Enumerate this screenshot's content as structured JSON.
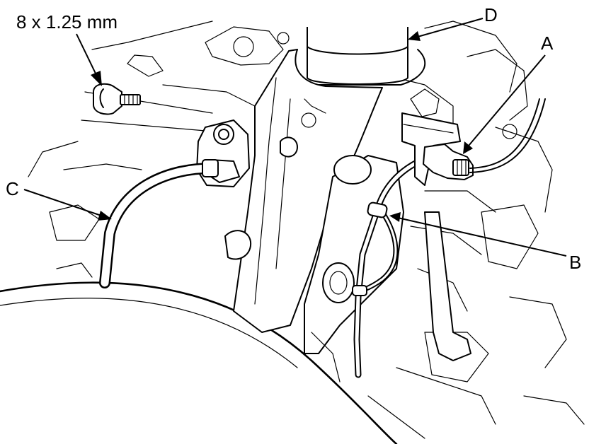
{
  "callouts": {
    "bolt_spec": "8 x 1.25 mm",
    "a": "A",
    "b": "B",
    "c": "C",
    "d": "D"
  }
}
